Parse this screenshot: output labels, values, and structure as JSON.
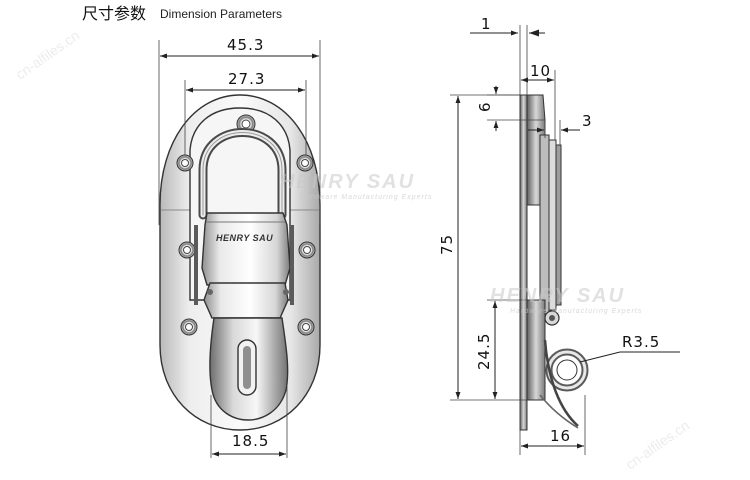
{
  "header": {
    "title_cn": "尺寸参数",
    "title_en": "Dimension Parameters"
  },
  "front_view": {
    "dims": {
      "overall_width": "45.3",
      "hole_spacing": "27.3",
      "bottom_width": "18.5"
    },
    "brand_label": "HENRY SAU"
  },
  "side_view": {
    "dims": {
      "plate_thickness": "1",
      "depth": "10",
      "top_offset": "6",
      "latch_offset": "3",
      "overall_height": "75",
      "lower_height": "24.5",
      "ring_radius": "R3.5",
      "bottom_depth": "16"
    }
  },
  "watermarks": {
    "brand": "HENRY SAU",
    "tagline": "Hardware Manufacturing Experts",
    "site_left": "cn-alfiles.cn",
    "site_right": "cn-alfiles.cn"
  },
  "colors": {
    "steel_light": "#f4f4f4",
    "steel_mid": "#c8c8c8",
    "steel_dark": "#6e6e6e",
    "line": "#222222"
  }
}
